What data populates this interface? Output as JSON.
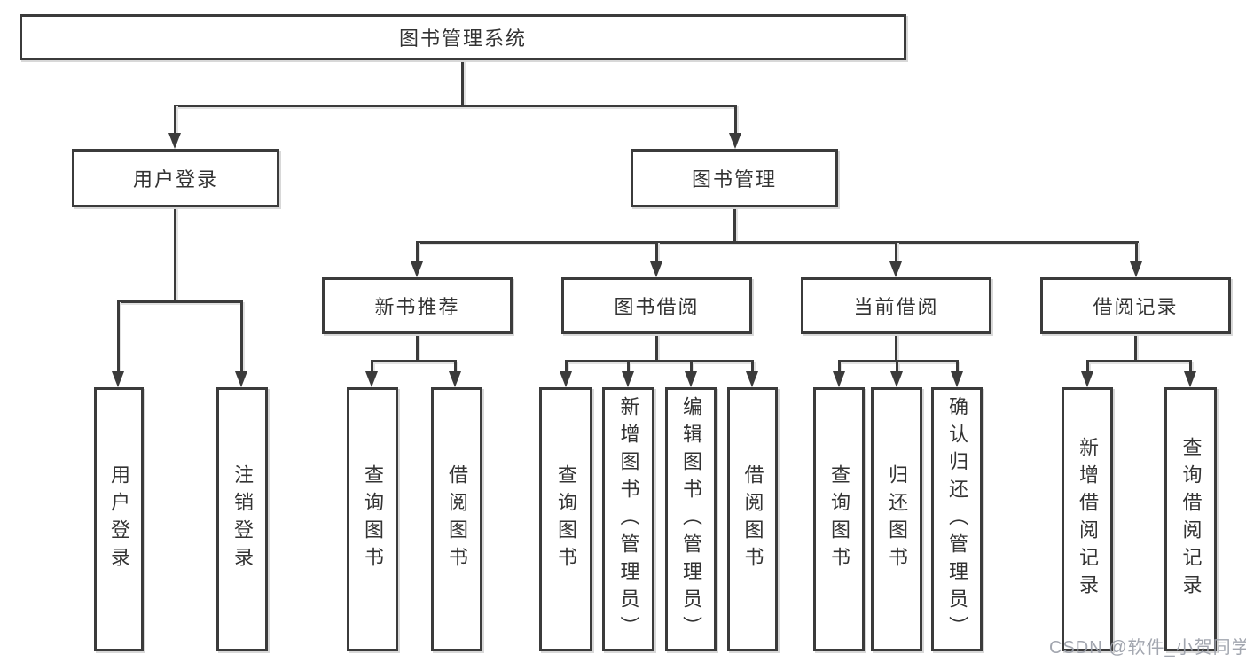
{
  "tree": {
    "label": "图书管理系统",
    "children": [
      {
        "label": "用户登录",
        "children": [
          {
            "label": "用户登录"
          },
          {
            "label": "注销登录"
          }
        ]
      },
      {
        "label": "图书管理",
        "children": [
          {
            "label": "新书推荐",
            "children": [
              {
                "label": "查询图书"
              },
              {
                "label": "借阅图书"
              }
            ]
          },
          {
            "label": "图书借阅",
            "children": [
              {
                "label": "查询图书"
              },
              {
                "label": "新增图书（管理员）"
              },
              {
                "label": "编辑图书（管理员）"
              },
              {
                "label": "借阅图书"
              }
            ]
          },
          {
            "label": "当前借阅",
            "children": [
              {
                "label": "查询图书"
              },
              {
                "label": "归还图书"
              },
              {
                "label": "确认归还（管理员）"
              }
            ]
          },
          {
            "label": "借阅记录",
            "children": [
              {
                "label": "新增借阅记录"
              },
              {
                "label": "查询借阅记录"
              }
            ]
          }
        ]
      }
    ]
  },
  "watermark": "CSDN @软件_小贺同学",
  "colors": {
    "line": "#3b3b3b",
    "text": "#333333",
    "watermark": "#9a9ea8",
    "background": "#ffffff"
  }
}
